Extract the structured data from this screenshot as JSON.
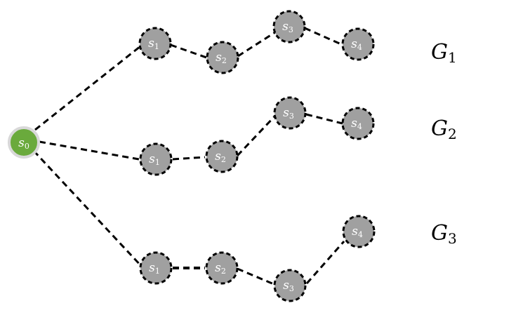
{
  "root": {
    "symbol": "s",
    "subscript": "0"
  },
  "groups": [
    {
      "label": {
        "symbol": "G",
        "subscript": "1"
      },
      "nodes": [
        {
          "symbol": "s",
          "subscript": "1"
        },
        {
          "symbol": "s",
          "subscript": "2"
        },
        {
          "symbol": "s",
          "subscript": "3"
        },
        {
          "symbol": "s",
          "subscript": "4"
        }
      ]
    },
    {
      "label": {
        "symbol": "G",
        "subscript": "2"
      },
      "nodes": [
        {
          "symbol": "s",
          "subscript": "1"
        },
        {
          "symbol": "s",
          "subscript": "2"
        },
        {
          "symbol": "s",
          "subscript": "3"
        },
        {
          "symbol": "s",
          "subscript": "4"
        }
      ]
    },
    {
      "label": {
        "symbol": "G",
        "subscript": "3"
      },
      "nodes": [
        {
          "symbol": "s",
          "subscript": "1"
        },
        {
          "symbol": "s",
          "subscript": "2"
        },
        {
          "symbol": "s",
          "subscript": "3"
        },
        {
          "symbol": "s",
          "subscript": "4"
        }
      ]
    }
  ],
  "colors": {
    "root_fill": "#6aaa3c",
    "node_fill": "#a0a0a0",
    "edge": "#000000"
  }
}
